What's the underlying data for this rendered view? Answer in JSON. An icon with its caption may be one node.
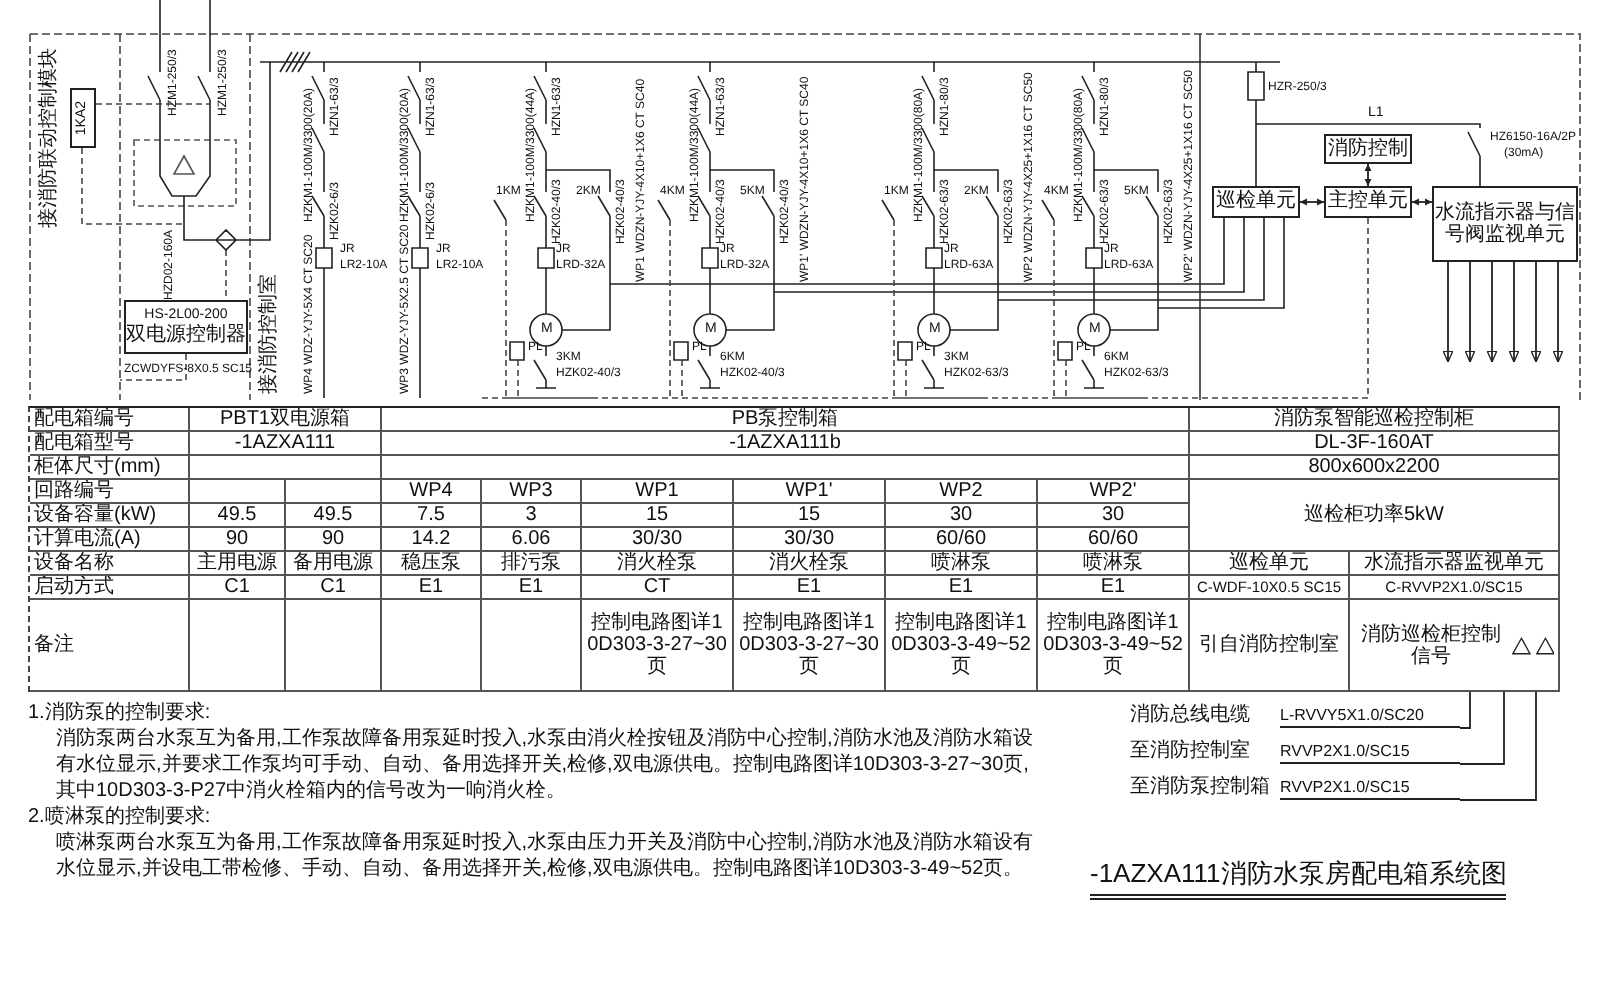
{
  "diagram": {
    "title": "-1AZXA111消防水泵房配电箱系统图",
    "nodes": [
      {
        "text": [
          "1KA2"
        ]
      },
      {
        "text": [
          "HS-2L00-200",
          "双电源控制器"
        ]
      },
      {
        "text": [
          "消防控制"
        ]
      },
      {
        "text": [
          "巡检单元"
        ]
      },
      {
        "text": [
          "主控单元"
        ]
      },
      {
        "text": [
          "水流指示器与信号阀监视单元"
        ]
      },
      {
        "text": [
          "L-RVVY5X1.0/SC20"
        ],
        "beside": [
          "消防总线电缆"
        ]
      },
      {
        "text": [
          "RVVP2X1.0/SC15"
        ],
        "beside": [
          "至消防控制室"
        ]
      },
      {
        "text": [
          "RVVP2X1.0/SC15"
        ],
        "beside": [
          "至消防泵控制箱"
        ]
      }
    ],
    "edges": [
      {
        "from": 3,
        "to": 4,
        "arrow": "both"
      },
      {
        "from": 4,
        "to": 5,
        "arrow": "both"
      },
      {
        "from": 2,
        "to": 4,
        "arrow": "both"
      },
      {
        "from": 5,
        "to": null,
        "arrow": "to"
      },
      {
        "from": 5,
        "to": null,
        "arrow": "to"
      },
      {
        "from": 5,
        "to": null,
        "arrow": "to"
      },
      {
        "from": 5,
        "to": null,
        "arrow": "to"
      },
      {
        "from": 5,
        "to": null,
        "arrow": "to"
      },
      {
        "from": 5,
        "to": null,
        "arrow": "to"
      },
      {
        "from": 6,
        "to": null,
        "arrow": "none"
      },
      {
        "from": 7,
        "to": null,
        "arrow": "none"
      },
      {
        "from": 8,
        "to": null,
        "arrow": "none"
      }
    ],
    "labels": [
      "接消防联动控制模块",
      "HZM1-250/3",
      "HZM1-250/3",
      "HZD02-160A",
      "ZCWDYFS-8X0.5 SC15",
      "接消防控制室",
      "HZN1-63/3",
      "HZKM1-100M/3300(20A)",
      "HZK02-6/3",
      "JR",
      "LR2-10A",
      "WP4 WDZ-YJY-5X4 CT SC20",
      "HZN1-63/3",
      "HZKM1-100M/3300(20A)",
      "HZK02-6/3",
      "JR",
      "LR2-10A",
      "WP3 WDZ-YJY-5X2.5 CT SC20",
      "HZN1-63/3",
      "HZKM1-100M/3300(44A)",
      "1KM",
      "HZK02-40/3",
      "2KM",
      "HZK02-40/3",
      "JR",
      "LRD-32A",
      "WP1 WDZN-YJY-4X10+1X6 CT SC40",
      "M",
      "PL",
      "3KM",
      "HZK02-40/3",
      "HZN1-63/3",
      "HZKM1-100M/3300(44A)",
      "4KM",
      "HZK02-40/3",
      "5KM",
      "HZK02-40/3",
      "JR",
      "LRD-32A",
      "WP1' WDZN-YJY-4X10+1X6 CT SC40",
      "M",
      "PL",
      "6KM",
      "HZK02-40/3",
      "HZN1-80/3",
      "HZKM1-100M/3300(80A)",
      "1KM",
      "HZK02-63/3",
      "2KM",
      "HZK02-63/3",
      "JR",
      "LRD-63A",
      "WP2 WDZN-YJY-4X25+1X16 CT SC50",
      "M",
      "PL",
      "3KM",
      "HZK02-63/3",
      "HZN1-80/3",
      "HZKM1-100M/3300(80A)",
      "4KM",
      "HZK02-63/3",
      "5KM",
      "HZK02-63/3",
      "JR",
      "LRD-63A",
      "WP2' WDZN-YJY-4X25+1X16 CT SC50",
      "M",
      "PL",
      "6KM",
      "HZK02-63/3",
      "HZR-250/3",
      "L1",
      "HZ6150-16A/2P",
      "(30mA)",
      "配电箱编号",
      "PBT1双电源箱",
      "PB泵控制箱",
      "消防泵智能巡检控制柜",
      "配电箱型号",
      "-1AZXA111",
      "-1AZXA111b",
      "DL-3F-160AT",
      "柜体尺寸(mm)",
      "800x600x2200",
      "回路编号",
      "WP4",
      "WP3",
      "WP1",
      "WP1'",
      "WP2",
      "WP2'",
      "设备容量(kW)",
      "49.5",
      "49.5",
      "7.5",
      "3",
      "15",
      "15",
      "30",
      "30",
      "巡检柜功率5kW",
      "计算电流(A)",
      "90",
      "90",
      "14.2",
      "6.06",
      "30/30",
      "30/30",
      "60/60",
      "60/60",
      "设备名称",
      "主用电源",
      "备用电源",
      "稳压泵",
      "排污泵",
      "消火栓泵",
      "消火栓泵",
      "喷淋泵",
      "喷淋泵",
      "巡检单元",
      "水流指示器监视单元",
      "启动方式",
      "C1",
      "C1",
      "E1",
      "E1",
      "CT",
      "E1",
      "E1",
      "E1",
      "C-WDF-10X0.5 SC15",
      "C-RVVP2X1.0/SC15",
      "备注",
      "控制电路图详10D303-3-27~30页",
      "控制电路图详10D303-3-27~30页",
      "控制电路图详10D303-3-49~52页",
      "控制电路图详10D303-3-49~52页",
      "引自消防控制室",
      "消防巡检柜控制信号",
      "1.消防泵的控制要求:",
      "消防泵两台水泵互为备用,工作泵故障备用泵延时投入,水泵由消火栓按钮及消防中心控制,消防水池及消防水箱设有水位显示,并要求工作泵均可手动、自动、备用选择开关,检修,双电源供电。控制电路图详10D303-3-27~30页,其中10D303-3-P27中消火栓箱内的信号改为一响消火栓。",
      "2.喷淋泵的控制要求:",
      "喷淋泵两台水泵互为备用,工作泵故障备用泵延时投入,水泵由压力开关及消防中心控制,消防水池及消防水箱设有水位显示,并设电工带检修、手动、自动、备用选择开关,检修,双电源供电。控制电路图详10D303-3-49~52页。"
    ]
  }
}
